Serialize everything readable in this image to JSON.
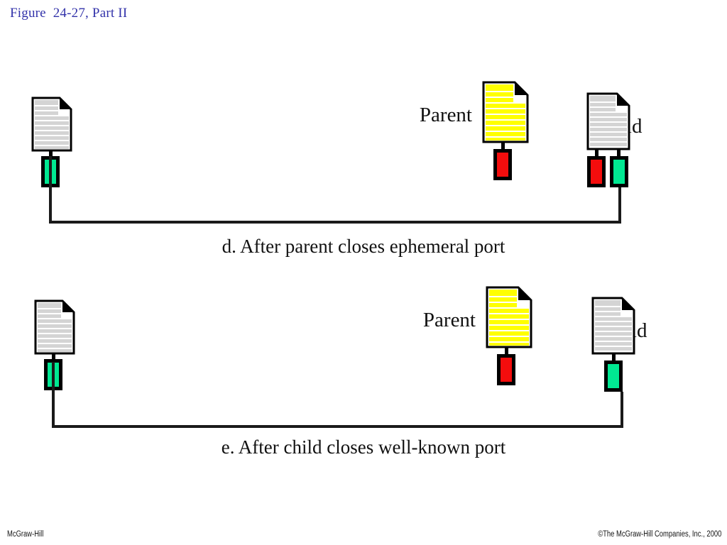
{
  "figure": {
    "title": "Figure  24-27, Part II",
    "title_color": "#3333aa"
  },
  "footer": {
    "left": "McGraw-Hill",
    "right": "©The McGraw-Hill Companies, Inc., 2000"
  },
  "colors": {
    "green_port": "#00e892",
    "red_port": "#f40d0d",
    "yellow_doc": "#ffff00",
    "grey_doc": "#d4d4d4",
    "outline": "#000000",
    "wire": "#1a1a1a"
  },
  "panels": [
    {
      "id": "d",
      "caption": "d. After parent closes ephemeral port",
      "nodes": [
        {
          "name": "client",
          "label": "",
          "doc_color": "grey",
          "ports": [
            {
              "color": "green",
              "connected": true
            }
          ]
        },
        {
          "name": "parent",
          "label": "Parent",
          "label_side": "left",
          "doc_color": "yellow",
          "ports": [
            {
              "color": "red",
              "connected": false
            }
          ]
        },
        {
          "name": "child",
          "label": "Child",
          "label_side": "right",
          "doc_color": "grey",
          "ports": [
            {
              "color": "red",
              "connected": false
            },
            {
              "color": "green",
              "connected": true
            }
          ]
        }
      ],
      "connection": {
        "from": "client",
        "to": "child"
      }
    },
    {
      "id": "e",
      "caption": "e. After child closes well-known port",
      "nodes": [
        {
          "name": "client",
          "label": "",
          "doc_color": "grey",
          "ports": [
            {
              "color": "green",
              "connected": true
            }
          ]
        },
        {
          "name": "parent",
          "label": "Parent",
          "label_side": "left",
          "doc_color": "yellow",
          "ports": [
            {
              "color": "red",
              "connected": false
            }
          ]
        },
        {
          "name": "child",
          "label": "Child",
          "label_side": "right",
          "doc_color": "grey",
          "ports": [
            {
              "color": "green",
              "connected": true
            }
          ]
        }
      ],
      "connection": {
        "from": "client",
        "to": "child"
      }
    }
  ]
}
